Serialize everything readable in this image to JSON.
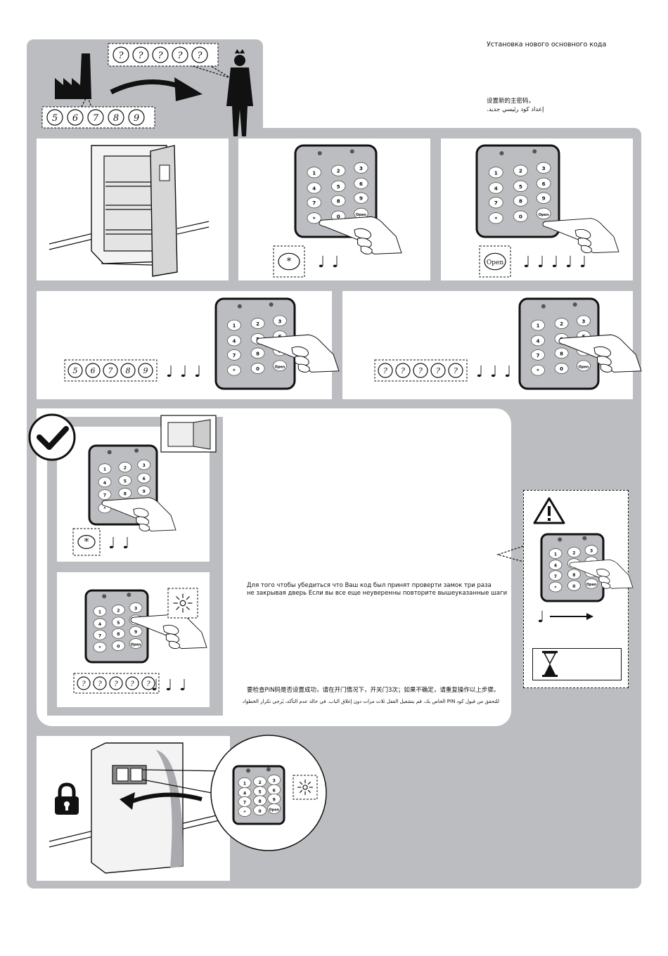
{
  "header": {
    "title_ru": "Установка нового основного кода",
    "title_zh": "设置新的主密码，",
    "title_ar": "إعداد كود رئيسي جديد."
  },
  "factory_code": [
    "5",
    "6",
    "7",
    "8",
    "9"
  ],
  "new_code": [
    "?",
    "?",
    "?",
    "?",
    "?"
  ],
  "keypad": {
    "keys": [
      "1",
      "2",
      "3",
      "4",
      "5",
      "6",
      "7",
      "8",
      "9",
      "*",
      "0",
      "Open"
    ]
  },
  "buttons": {
    "star": "*",
    "open": "Open"
  },
  "check_text": {
    "ru_line1": "Для того  чтобы убедиться  что Ваш        код был принят проверти замок три раза",
    "ru_line2": "не закрывая дверь  Если вы все еще неуверенны  повторите вышеуказанные шаги",
    "zh": "要检查PIN码是否设置成功，请在开门情况下，开关门3次；如果不确定，请重复操作以上步骤。",
    "ar": "للتحقق من قبول كود PIN الخاص بك، قم بتشغيل القفل ثلاث مرات دون إغلاق الباب. في حالة عدم التأكد، يُرجى تكرار الخطوات السابقة."
  },
  "icons": {
    "factory": "factory-icon",
    "man": "man-icon",
    "check": "checkmark-icon",
    "warning": "warning-icon",
    "hourglass": "hourglass-icon",
    "lock": "padlock-icon",
    "led": "blinking-led-icon",
    "beep": "beep-note-icon"
  },
  "colors": {
    "background_gray": "#bcbdc0",
    "keypad_gray": "#bcbdc0",
    "ink": "#111111"
  }
}
